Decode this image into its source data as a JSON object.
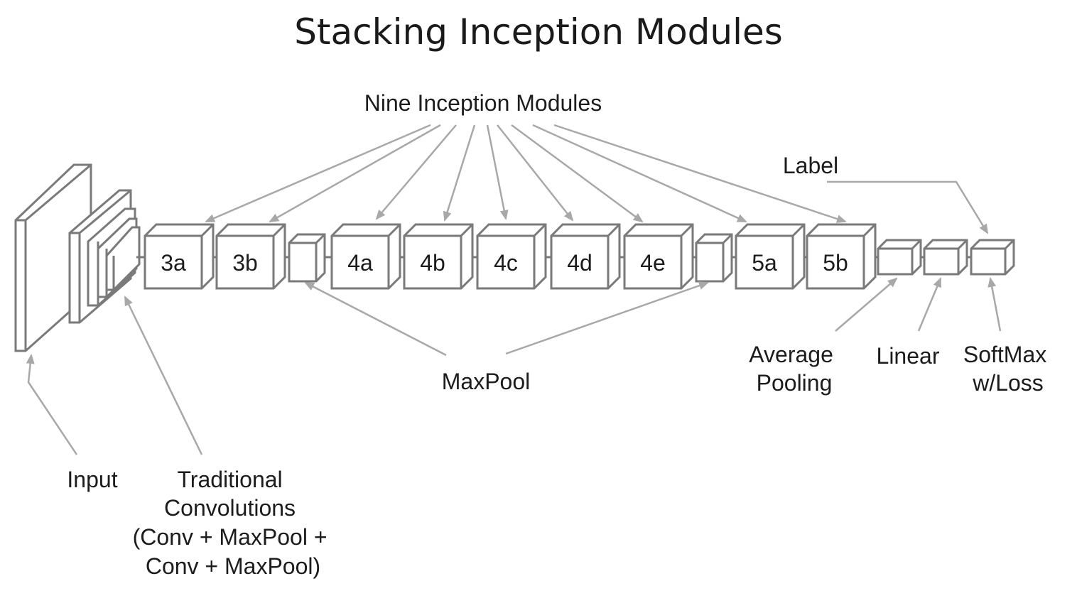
{
  "title": "Stacking Inception Modules",
  "labels": {
    "nine_inception_modules": "Nine Inception Modules",
    "label": "Label",
    "maxpool": "MaxPool",
    "average_pooling": [
      "Average",
      "Pooling"
    ],
    "linear": "Linear",
    "softmax": [
      "SoftMax",
      "w/Loss"
    ],
    "input": "Input",
    "traditional_convolutions": [
      "Traditional",
      "Convolutions",
      "(Conv + MaxPool +",
      "Conv + MaxPool)"
    ]
  },
  "modules": [
    "3a",
    "3b",
    "4a",
    "4b",
    "4c",
    "4d",
    "4e",
    "5a",
    "5b"
  ],
  "colors": {
    "box_stroke": "#7a7a7a",
    "arrow": "#a8a8a8",
    "text": "#1c1c1c"
  }
}
